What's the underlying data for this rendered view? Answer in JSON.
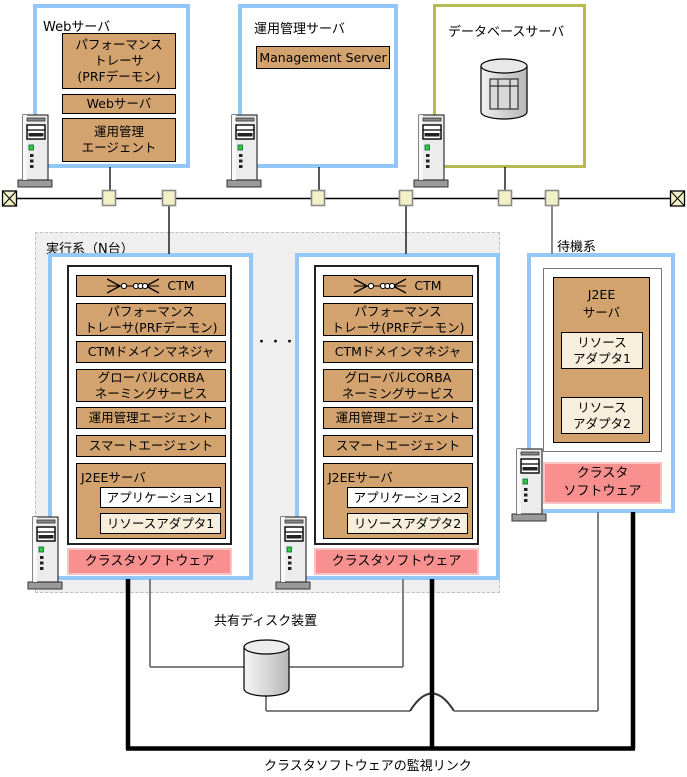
{
  "colors": {
    "frame_blue": "#93C7F7",
    "frame_olive": "#B9B952",
    "component_tan": "#D3A36F",
    "resource_cream": "#F8EEDC",
    "cluster_pink": "#F89090",
    "cluster_pink_border": "#FBC3C3",
    "panel_gray": "#EFEFEF",
    "tap_yellow": "#F2F0C6"
  },
  "top": {
    "web": {
      "title": "Webサーバ",
      "components": [
        "パフォーマンス\nトレーサ\n(PRFデーモン)",
        "Webサーバ",
        "運用管理\nエージェント"
      ]
    },
    "management": {
      "title": "運用管理サーバ",
      "components": [
        "Management Server"
      ]
    },
    "database": {
      "title": "データベースサーバ"
    }
  },
  "active": {
    "title": "実行系（N台）",
    "dots": "・・・",
    "nodes": [
      {
        "components": [
          "CTM",
          "パフォーマンス\nトレーサ(PRFデーモン)",
          "CTMドメインマネジャ",
          "グローバルCORBA\nネーミングサービス",
          "運用管理エージェント",
          "スマートエージェント"
        ],
        "j2ee_title": "J2EEサーバ",
        "application": "アプリケーション1",
        "resource_adapter": "リソースアダプタ1",
        "cluster": "クラスタソフトウェア"
      },
      {
        "components": [
          "CTM",
          "パフォーマンス\nトレーサ(PRFデーモン)",
          "CTMドメインマネジャ",
          "グローバルCORBA\nネーミングサービス",
          "運用管理エージェント",
          "スマートエージェント"
        ],
        "j2ee_title": "J2EEサーバ",
        "application": "アプリケーション2",
        "resource_adapter": "リソースアダプタ2",
        "cluster": "クラスタソフトウェア"
      }
    ]
  },
  "standby": {
    "title": "待機系",
    "j2ee_title": "J2EE\nサーバ",
    "resource_adapters": [
      "リソース\nアダプタ1",
      "リソース\nアダプタ2"
    ],
    "cluster": "クラスタ\nソフトウェア"
  },
  "shared_disk": {
    "label": "共有ディスク装置"
  },
  "monitor_link": {
    "label": "クラスタソフトウェアの監視リンク"
  }
}
